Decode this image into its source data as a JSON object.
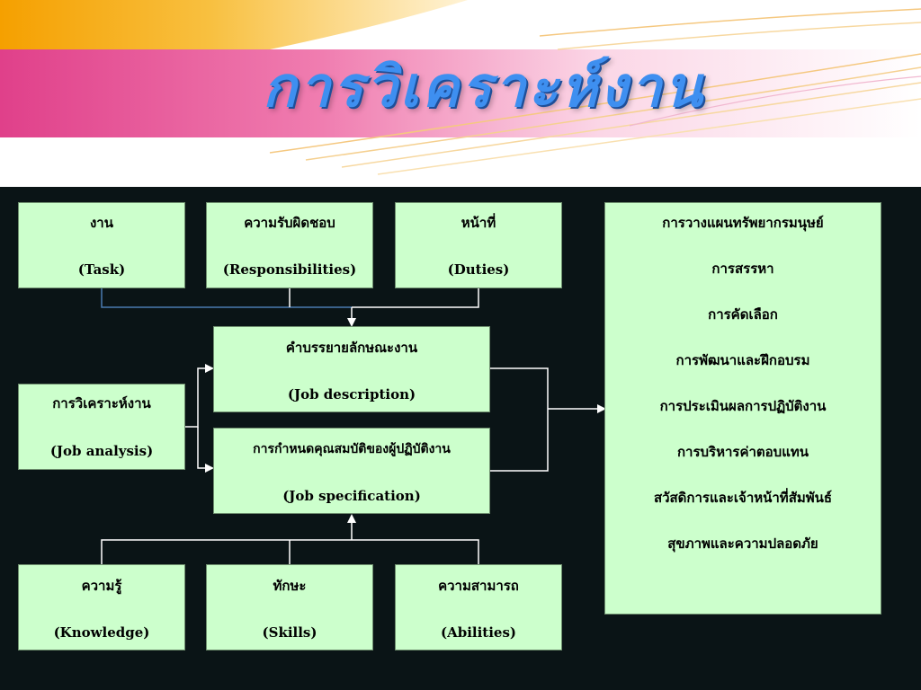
{
  "slide": {
    "title": "การวิเคราะห์งาน"
  },
  "diagram": {
    "task": {
      "thai": "งาน",
      "eng": "(Task)"
    },
    "responsibilities": {
      "thai": "ความรับผิดชอบ",
      "eng": "(Responsibilities)"
    },
    "duties": {
      "thai": "หน้าที่",
      "eng": "(Duties)"
    },
    "job_description": {
      "thai": "คำบรรยายลักษณะงาน",
      "eng": "(Job description)"
    },
    "job_analysis": {
      "thai": "การวิเคราะห์งาน",
      "eng": "(Job analysis)"
    },
    "job_specification": {
      "thai": "การกำหนดคุณสมบัติของผู้ปฏิบัติงาน",
      "eng": "(Job specification)"
    },
    "knowledge": {
      "thai": "ความรู้",
      "eng": "(Knowledge)"
    },
    "skills": {
      "thai": "ทักษะ",
      "eng": "(Skills)"
    },
    "abilities": {
      "thai": "ความสามารถ",
      "eng": "(Abilities)"
    },
    "uses": [
      "การวางแผนทรัพยากรมนุษย์",
      "การสรรหา",
      "การคัดเลือก",
      "การพัฒนาและฝึกอบรม",
      "การประเมินผลการปฏิบัติงาน",
      "การบริหารค่าตอบแทน",
      "สวัสดิการและเจ้าหน้าที่สัมพันธ์",
      "สุขภาพและความปลอดภัย"
    ]
  },
  "colors": {
    "box_fill": "#ccffcc",
    "background": "#0a1416",
    "title": "#3e8ff0",
    "connector": "#ffffff",
    "task_connector": "#4a7bb0"
  }
}
